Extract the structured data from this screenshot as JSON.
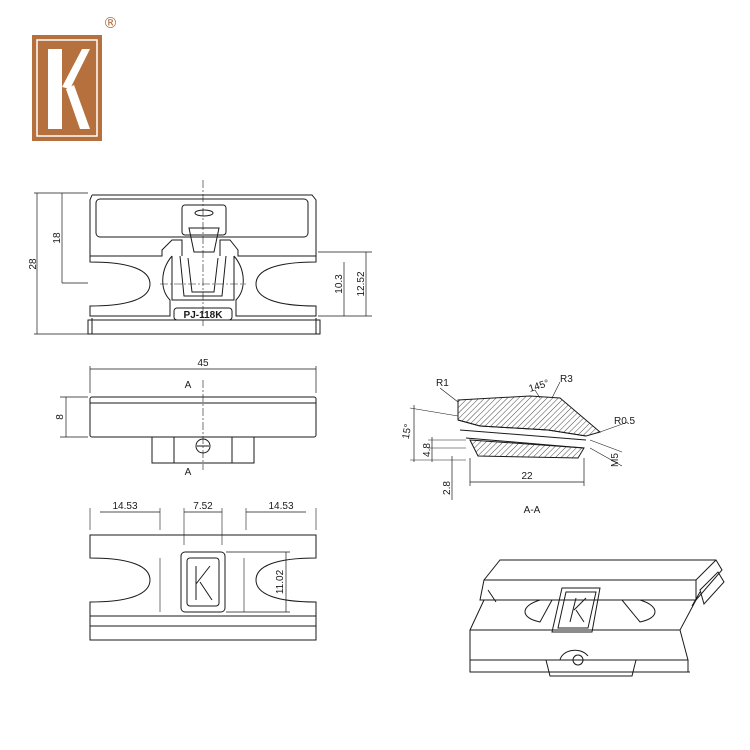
{
  "logo": {
    "letter": "K",
    "registered_mark": "®",
    "color": "#b5703e"
  },
  "views": {
    "front": {
      "model_label": "PJ-118K",
      "dims": {
        "height_total": "28",
        "height_upper": "18",
        "slot_height": "10.3",
        "slot_offset": "12.52"
      }
    },
    "top": {
      "dims": {
        "width": "45",
        "thickness": "8"
      },
      "section_marks": [
        "A",
        "A"
      ]
    },
    "bottom": {
      "dims": {
        "left_segment": "14.53",
        "center_segment": "7.52",
        "right_segment": "14.53",
        "emblem_height": "11.02"
      }
    },
    "section": {
      "title": "A-A",
      "labels": {
        "radius_small": "R1",
        "angle_top": "145°",
        "radius_large": "R3",
        "radius_tip": "R0.5",
        "angle_side": "15°",
        "height_mid": "4.8",
        "height_base": "2.8",
        "length": "22",
        "thread": "M5"
      }
    }
  }
}
